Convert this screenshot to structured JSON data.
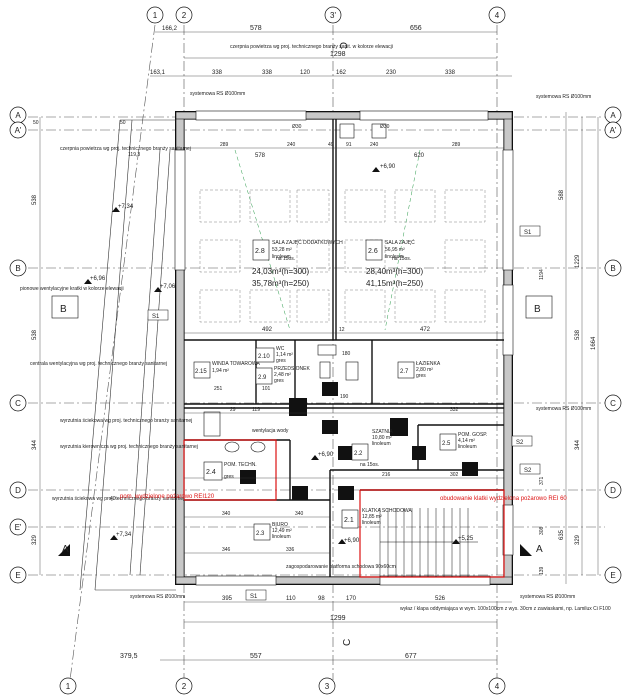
{
  "grid": {
    "vertical": [
      "1",
      "2",
      "3'",
      "4",
      "1",
      "2",
      "3",
      "4"
    ],
    "horizontal": [
      "A",
      "A'",
      "B",
      "C",
      "D",
      "E'",
      "E",
      "A",
      "A'",
      "B",
      "C",
      "D",
      "E"
    ]
  },
  "dims_top": {
    "row1": [
      "166,2",
      "578",
      "656"
    ],
    "row2": [
      "1298"
    ],
    "row3": [
      "163,1",
      "338",
      "338",
      "120",
      "162",
      "230",
      "338"
    ]
  },
  "dims_inner": [
    "289",
    "578",
    "240",
    "49",
    "91",
    "240",
    "620",
    "289",
    "492",
    "472",
    "12",
    "251",
    "101",
    "190",
    "180",
    "332",
    "29",
    "119",
    "216",
    "302",
    "340",
    "340",
    "346",
    "336",
    "110",
    "98",
    "170",
    "388",
    "526"
  ],
  "dims_bottom": {
    "row1": [
      "395",
      "110",
      "98",
      "170",
      "526"
    ],
    "row2": [
      "1299"
    ],
    "row3": [
      "379,5",
      "557",
      "677"
    ]
  },
  "dims_left": [
    "50",
    "538",
    "538",
    "344",
    "329",
    "50",
    "119,3",
    "40"
  ],
  "dims_right": [
    "588",
    "1229",
    "1664",
    "538",
    "344",
    "635",
    "329",
    "1194",
    "371",
    "308",
    "139"
  ],
  "rooms": [
    {
      "num": "2.8",
      "name": "SALA ZAJĘĆ DODATKOWYCH",
      "area": "53,28 m²",
      "floor": "linoleum",
      "extra": [
        "24,03m³(h=300)",
        "35,78m³(h=250)"
      ]
    },
    {
      "num": "2.6",
      "name": "SALA ZAJĘĆ",
      "area": "56,95 m²",
      "floor": "linoleum",
      "extra": [
        "28,40m³(h=300)",
        "41,15m³(h=250)"
      ]
    },
    {
      "num": "2.15",
      "name": "WINDA TOWAROWA",
      "area": "1,94 m²",
      "floor": ""
    },
    {
      "num": "2.10",
      "name": "WC",
      "area": "1,14 m²",
      "floor": "gres"
    },
    {
      "num": "2.9",
      "name": "PRZEDSIONEK",
      "area": "2,48 m²",
      "floor": "gres"
    },
    {
      "num": "2.7",
      "name": "ŁAZIENKA",
      "area": "2,80 m²",
      "floor": "gres"
    },
    {
      "num": "2.2",
      "name": "SZATNIA",
      "area": "10,80 m²",
      "floor": "linoleum"
    },
    {
      "num": "2.5",
      "name": "POM. GOSP.",
      "area": "4,14 m²",
      "floor": "linoleum"
    },
    {
      "num": "2.4",
      "name": "POM. TECHN.",
      "area": "",
      "floor": "gres"
    },
    {
      "num": "2.3",
      "name": "BIURO",
      "area": "12,49 m²",
      "floor": "linoleum"
    },
    {
      "num": "2.1",
      "name": "KLATKA SCHODOWA",
      "area": "12,85 m²",
      "floor": "linoleum"
    }
  ],
  "levels": [
    "+6,90",
    "+6,90",
    "+6,90",
    "+7,34",
    "+6,96",
    "+7,06",
    "+7,34",
    "+5,25"
  ],
  "notes_left": [
    "czerpnia powietrza wg proj. technicznego branży sanitarnej",
    "systemowa RS Ø100mm",
    "pionowe wentylacyjne kratki w kolorze elewacji",
    "centrala wentylacyjna wg proj. technicznego branży sanitarnej",
    "wyrzutnia ściekowa wg proj. technicznego branży sanitarnej",
    "wyrzutnia kierownicza wg proj. technicznego branży sanitarnej",
    "wyrzutnia ściekowa wg proj. technicznego branży sanitarnej",
    "systemowa RS Ø100mm"
  ],
  "notes_top": [
    "czerpnia powietrza wg proj. technicznego branży sanit. w kolorze elewacji"
  ],
  "notes_right": [
    "systemowa RS Ø100mm",
    "systemowa RS Ø100mm",
    "systemowa RS Ø100mm"
  ],
  "notes_bottom": [
    "zagospodarowanie platforma schodowa 90x60cm",
    "wyłaz / klapa oddymiająca w wym. 100x100cm z wys. 30cm z zawiaskami, np. Lamilux Ci F100"
  ],
  "fire_notes": [
    "pom. wydzielone pożarowo REI120",
    "obudowanie klatki wydzielona pożarowo REI 60"
  ],
  "sections": [
    "A",
    "A",
    "B",
    "B",
    "C",
    "C",
    "S1",
    "S1",
    "S2",
    "S2",
    "S1"
  ],
  "misc": [
    "na 15os.",
    "na 15os.",
    "na 15os.",
    "wentylacja wody",
    "Ø30",
    "Ø30"
  ]
}
